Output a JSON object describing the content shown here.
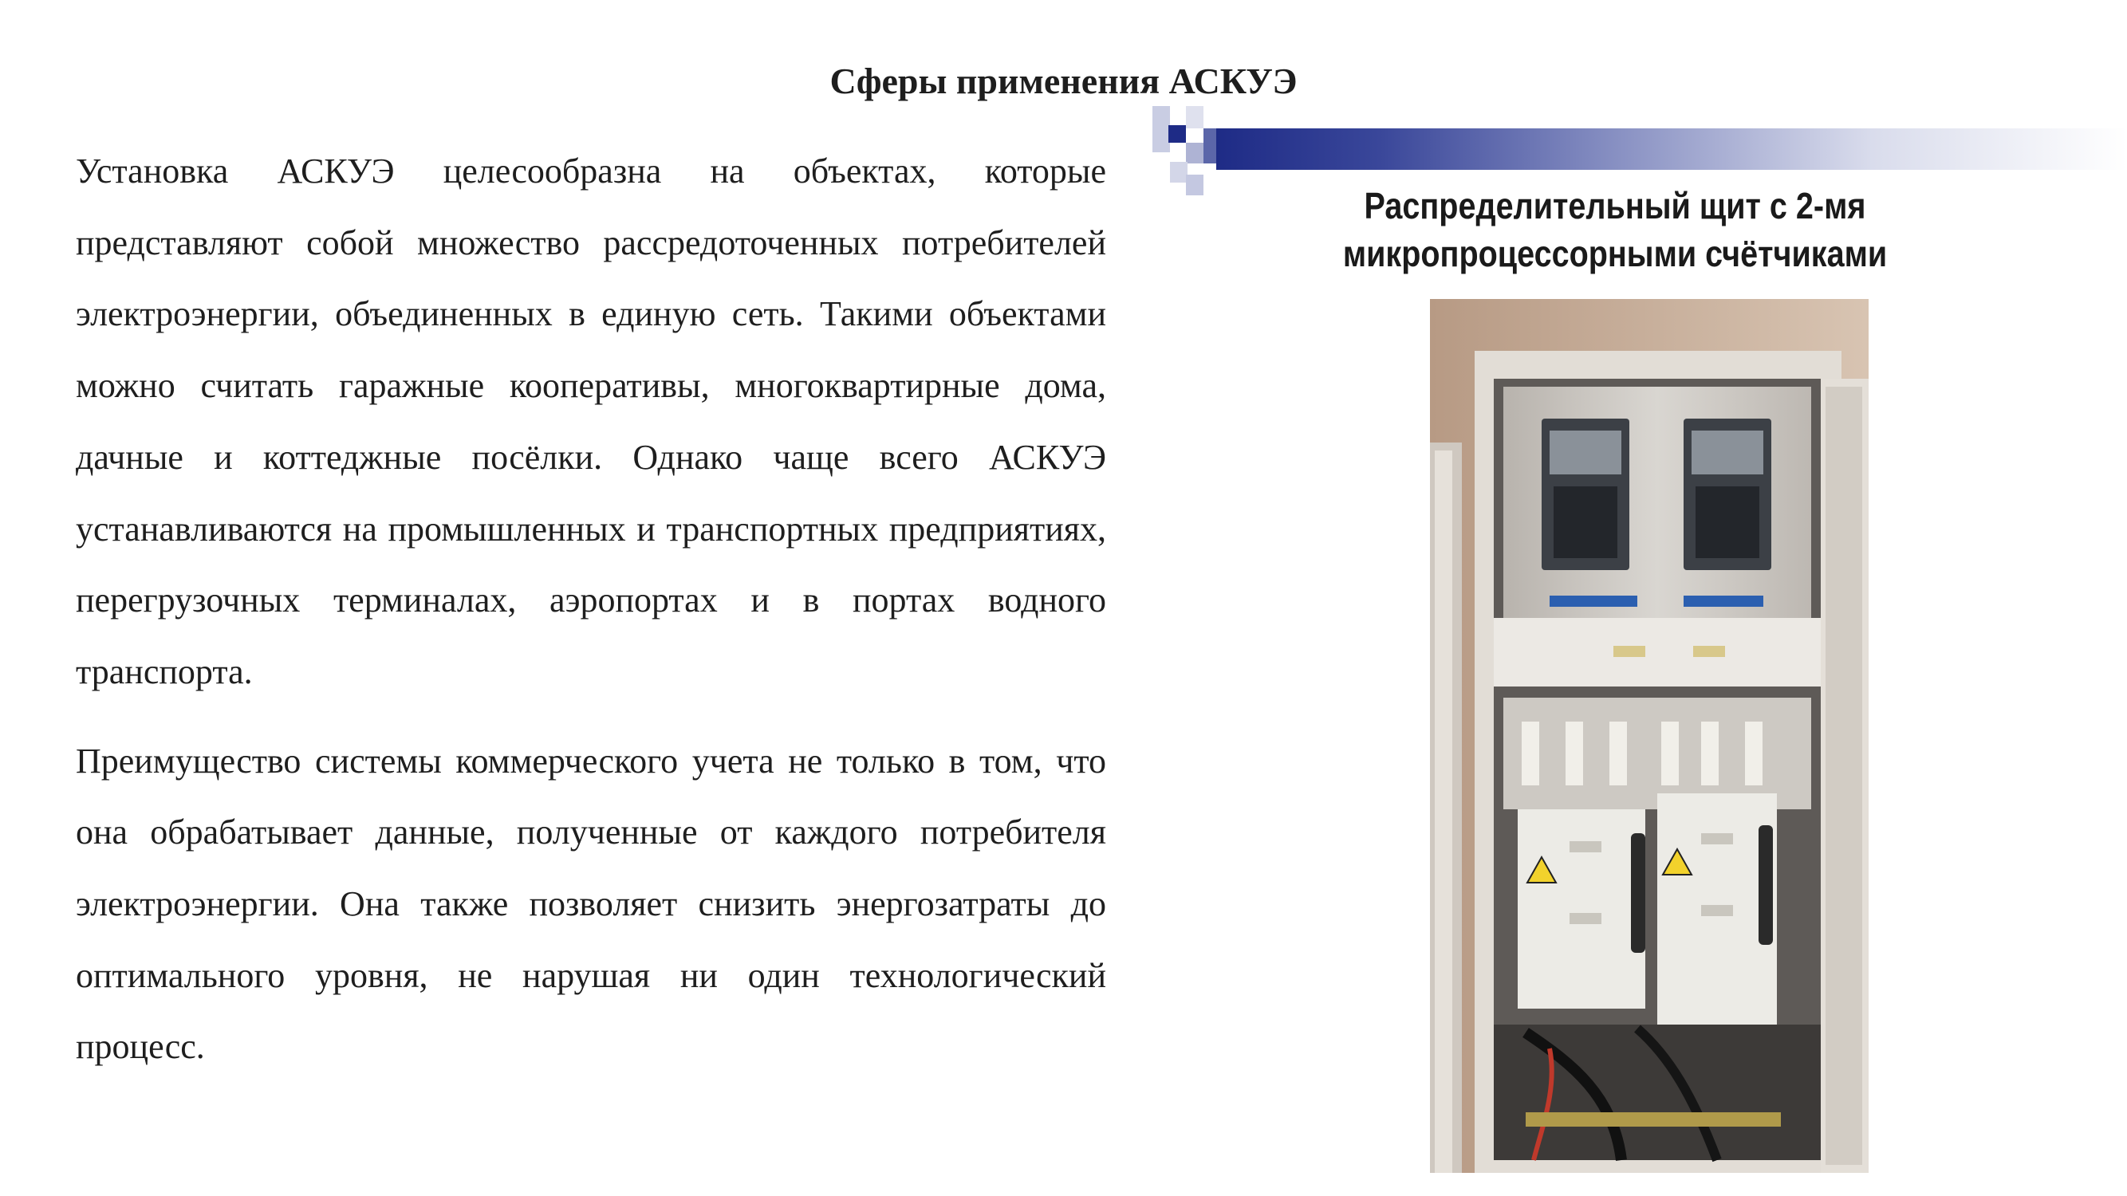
{
  "slide": {
    "title": "Сферы применения АСКУЭ",
    "paragraphs": [
      "Установка АСКУЭ целесообразна на объектах, которые представляют собой множество рассредоточенных потребителей электроэнергии, объединенных в единую сеть. Такими объектами можно считать гаражные кооперативы, многоквартирные дома, дачные и коттеджные посёлки. Однако чаще всего АСКУЭ устанавливаются на промышленных и транспортных предприятиях, перегрузочных терминалах, аэропортах и в портах водного транспорта.",
      "Преимущество системы коммерческого учета не только в том, что она обрабатывает данные, полученные от каждого потребителя электроэнергии. Она также позволяет снизить энергозатраты до оптимального уровня, не нарушая ни один технологический процесс."
    ]
  },
  "figure": {
    "caption_line1": "Распределительный щит с  2-мя",
    "caption_line2": "микропроцессорными счётчиками",
    "accent_color": "#1e2b86"
  }
}
